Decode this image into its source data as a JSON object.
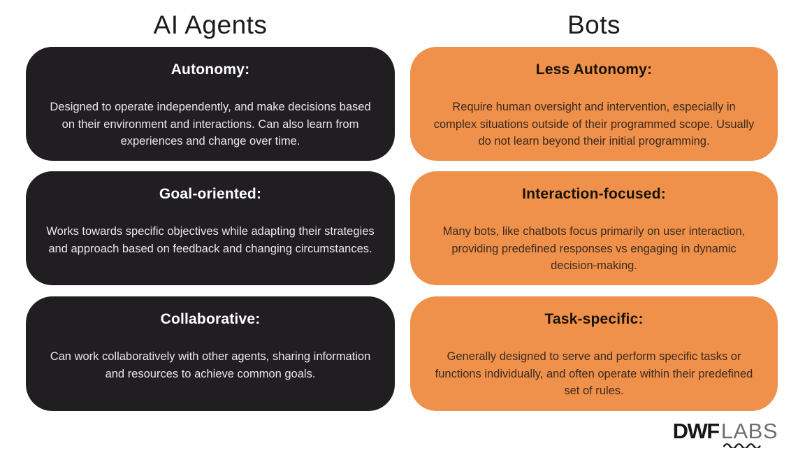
{
  "page": {
    "background": "#ffffff"
  },
  "colors": {
    "dark_card": "#201e21",
    "orange_card": "#f0914b",
    "dark_card_heading": "#ffffff",
    "dark_card_body": "#e9e7e9",
    "orange_card_heading": "#171207",
    "orange_card_body": "#3a2a1e",
    "title_text": "#1c1b1a",
    "logo_dwf": "#161616",
    "logo_labs": "#6f6f6f",
    "logo_wave": "#1a1a1a"
  },
  "columns": [
    {
      "title": "AI Agents",
      "cards": [
        {
          "heading": "Autonomy:",
          "body": "Designed to operate independently, and make decisions based on their environment and interactions. Can also learn from experiences and change over time."
        },
        {
          "heading": "Goal-oriented:",
          "body": "Works towards specific objectives while adapting their strategies and approach based on feedback and changing circumstances."
        },
        {
          "heading": "Collaborative:",
          "body": "Can work collaboratively with other agents, sharing information and resources to achieve common goals."
        }
      ]
    },
    {
      "title": "Bots",
      "cards": [
        {
          "heading": "Less Autonomy:",
          "body": "Require human oversight and intervention, especially in complex situations outside of their programmed scope. Usually do not learn beyond their initial programming."
        },
        {
          "heading": "Interaction-focused:",
          "body": "Many bots, like chatbots focus primarily on user interaction, providing predefined responses vs engaging in dynamic decision-making."
        },
        {
          "heading": "Task-specific:",
          "body": "Generally designed to serve and perform specific tasks or functions individually, and often operate within their predefined set of rules."
        }
      ]
    }
  ],
  "logo": {
    "brand_bold": "DWF",
    "brand_light": "LABS"
  }
}
